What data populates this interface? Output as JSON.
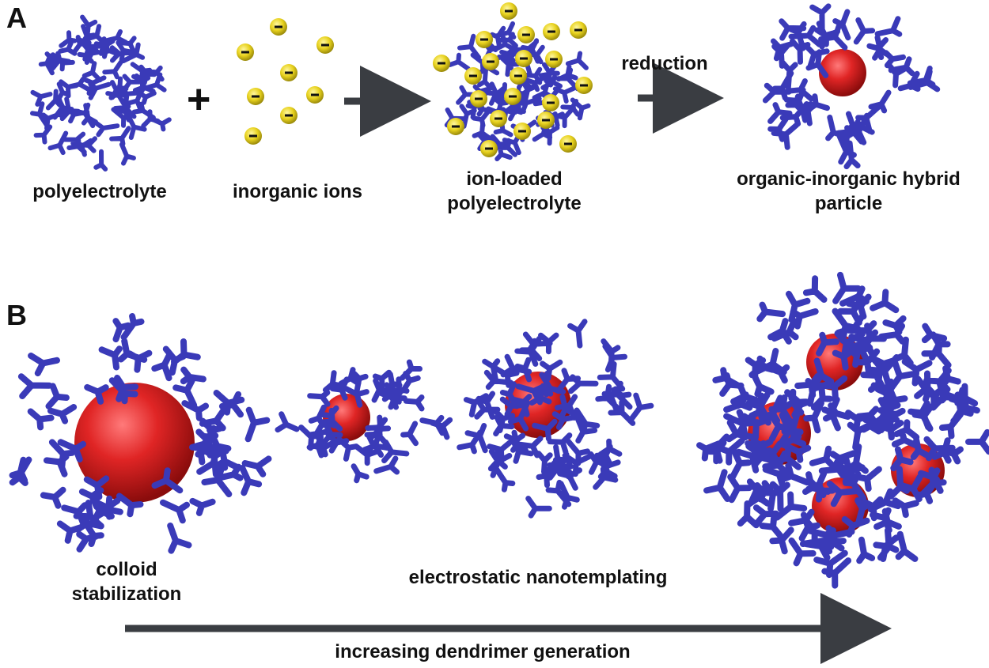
{
  "panel_a": {
    "letter": "A",
    "polyelectrolyte": "polyelectrolyte",
    "plus": "+",
    "inorganic_ions": "inorganic ions",
    "ion_loaded_line1": "ion-loaded",
    "ion_loaded_line2": "polyelectrolyte",
    "reduction": "reduction",
    "hybrid_line1": "organic-inorganic hybrid",
    "hybrid_line2": "particle",
    "ion_symbol": "−"
  },
  "panel_b": {
    "letter": "B",
    "colloid_line1": "colloid",
    "colloid_line2": "stabilization",
    "nanotemplating": "electrostatic nanotemplating",
    "generation_axis": "increasing dendrimer generation"
  },
  "colors": {
    "dendrimer": "#3a3ab8",
    "dendrimer_dark": "#22227a",
    "metal_core": "#e02525",
    "ion": "#e8d21e",
    "arrow": "#3a3d42"
  }
}
